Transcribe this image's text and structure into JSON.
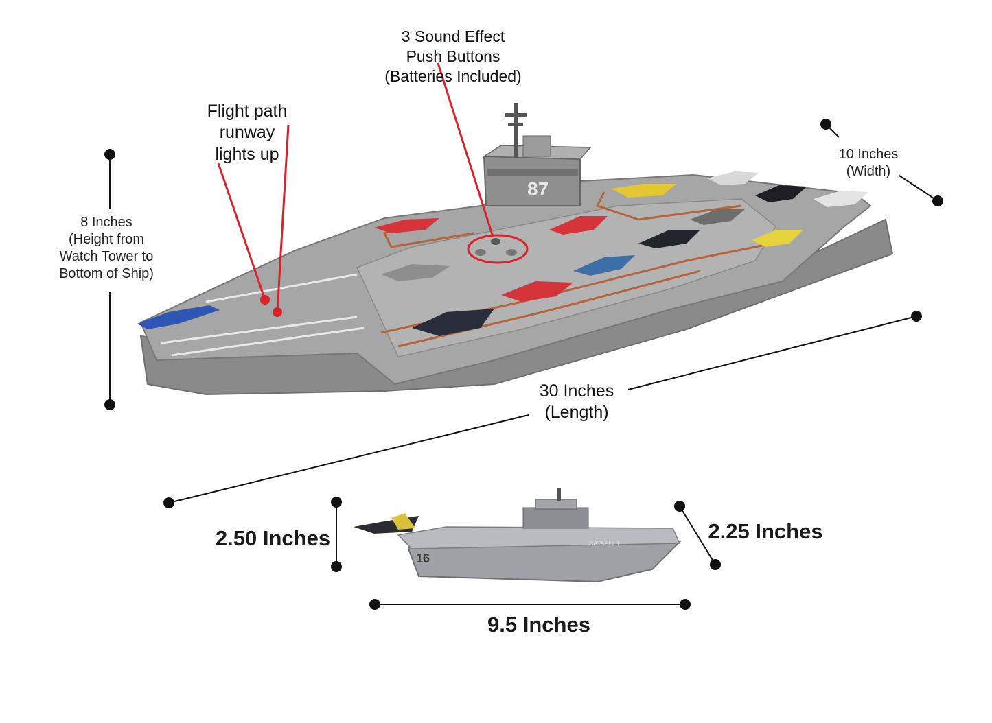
{
  "annotations": {
    "sound_buttons": "3 Sound Effect\nPush Buttons\n(Batteries Included)",
    "runway_lights": "Flight path\nrunway\nlights up",
    "height_large": "8 Inches\n(Height from\nWatch Tower to\nBottom of Ship)",
    "width_large": "10 Inches\n(Width)",
    "length_large": "30 Inches\n(Length)",
    "height_small": "2.50 Inches",
    "width_small": "2.25 Inches",
    "length_small": "9.5 Inches"
  },
  "ship_numbers": {
    "large": "87",
    "small": "16",
    "small_deck_text": "CATAPULT"
  },
  "colors": {
    "hull": "#8d8d8d",
    "deck": "#a4a4a4",
    "deck_light": "#b8b8b8",
    "marking_orange": "#b5633a",
    "callout_red": "#d8232a",
    "dimension_black": "#111111"
  }
}
